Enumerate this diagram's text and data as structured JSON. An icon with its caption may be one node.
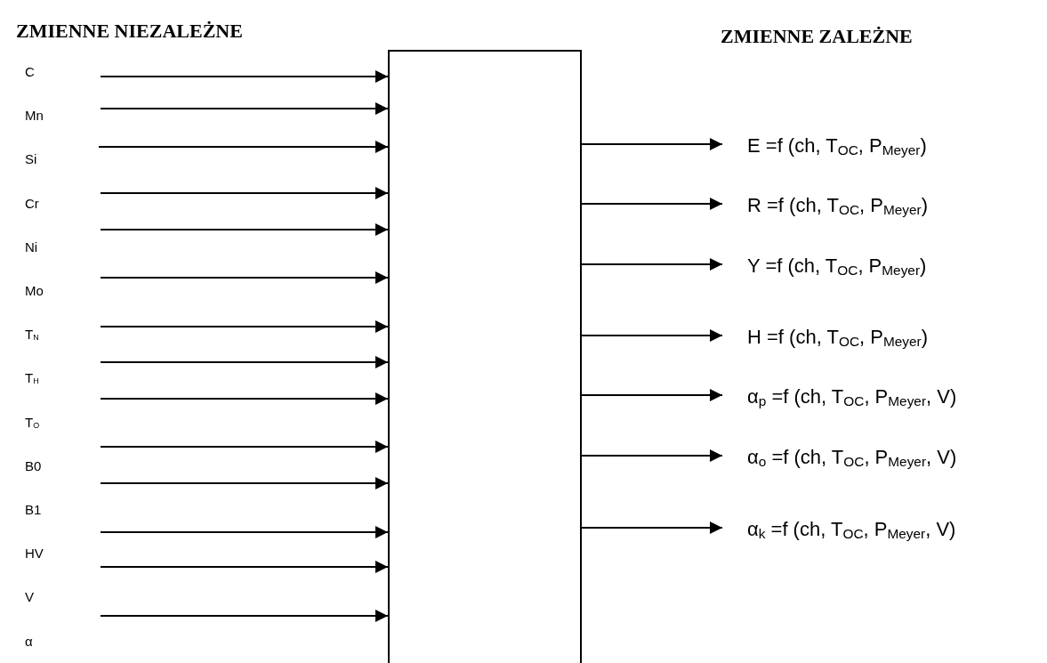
{
  "diagram": {
    "nodes": [
      {
        "text": [],
        "shape": "box"
      },
      {
        "text": [
          "E =f (ch, T$_{OC}$, P$_{Meyer}$)"
        ]
      },
      {
        "text": [
          "R =f (ch, T$_{OC}$, P$_{Meyer}$)"
        ]
      },
      {
        "text": [
          "Y =f (ch, T$_{OC}$, P$_{Meyer}$)"
        ]
      },
      {
        "text": [
          "H =f (ch, T$_{OC}$, P$_{Meyer}$)"
        ]
      },
      {
        "text": [
          "α$_{p}$ =f (ch, T$_{OC}$, P$_{Meyer}$, V)"
        ]
      },
      {
        "text": [
          "α$_{o}$ =f (ch, T$_{OC}$, P$_{Meyer}$, V)"
        ]
      },
      {
        "text": [
          "α$_{k}$ =f (ch, T$_{OC}$, P$_{Meyer}$, V)"
        ]
      }
    ],
    "edges": [
      {
        "from": null,
        "to": 0,
        "arrow": "to"
      },
      {
        "from": null,
        "to": 0,
        "arrow": "to"
      },
      {
        "from": null,
        "to": 0,
        "arrow": "to"
      },
      {
        "from": null,
        "to": 0,
        "arrow": "to"
      },
      {
        "from": null,
        "to": 0,
        "arrow": "to"
      },
      {
        "from": null,
        "to": 0,
        "arrow": "to"
      },
      {
        "from": null,
        "to": 0,
        "arrow": "to"
      },
      {
        "from": null,
        "to": 0,
        "arrow": "to"
      },
      {
        "from": null,
        "to": 0,
        "arrow": "to"
      },
      {
        "from": null,
        "to": 0,
        "arrow": "to"
      },
      {
        "from": null,
        "to": 0,
        "arrow": "to"
      },
      {
        "from": null,
        "to": 0,
        "arrow": "to"
      },
      {
        "from": null,
        "to": 0,
        "arrow": "to"
      },
      {
        "from": null,
        "to": 0,
        "arrow": "to"
      },
      {
        "from": 0,
        "to": 1,
        "arrow": "to"
      },
      {
        "from": 0,
        "to": 2,
        "arrow": "to"
      },
      {
        "from": 0,
        "to": 3,
        "arrow": "to"
      },
      {
        "from": 0,
        "to": 4,
        "arrow": "to"
      },
      {
        "from": 0,
        "to": 5,
        "arrow": "to"
      },
      {
        "from": 0,
        "to": 6,
        "arrow": "to"
      },
      {
        "from": 0,
        "to": 7,
        "arrow": "to"
      }
    ],
    "labels": [
      "ZMIENNE NIEZALEŻNE",
      "ZMIENNE ZALEŻNE",
      "C",
      "Mn",
      "Si",
      "Cr",
      "Ni",
      "Mo",
      "T$_{N}$",
      "T$_{H}$",
      "T$_{O}$",
      "B0",
      "B1",
      "HV",
      "V",
      "α"
    ]
  }
}
